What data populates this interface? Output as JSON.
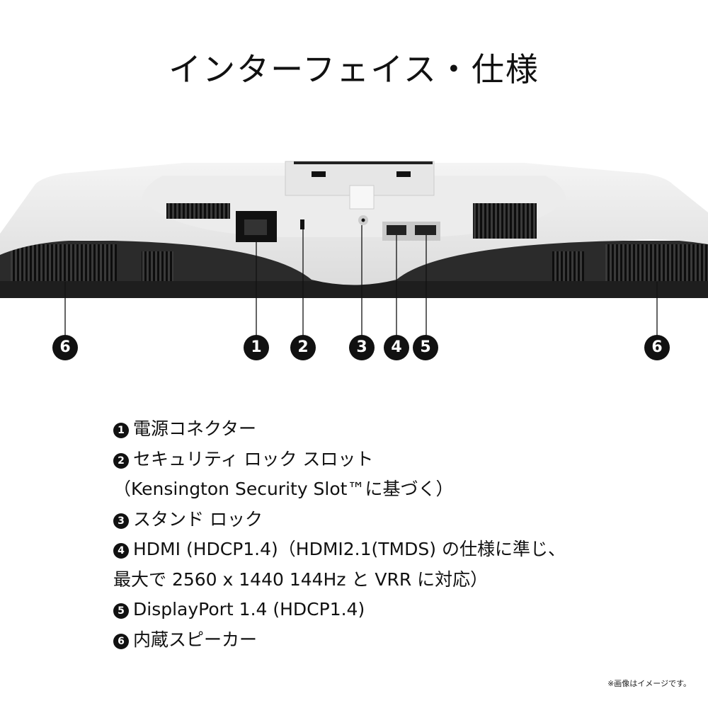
{
  "title": "インターフェイス・仕様",
  "callouts": [
    "6",
    "1",
    "2",
    "3",
    "4",
    "5",
    "6"
  ],
  "specs": [
    {
      "num": "1",
      "text": "電源コネクター"
    },
    {
      "num": "2",
      "text": "セキュリティ ロック スロット"
    },
    {
      "num": "",
      "text": "（Kensington Security Slot™に基づく）"
    },
    {
      "num": "3",
      "text": "スタンド ロック"
    },
    {
      "num": "4",
      "text": "HDMI (HDCP1.4)（HDMI2.1(TMDS) の仕様に準じ、"
    },
    {
      "num": "",
      "text": "最大で 2560 x 1440 144Hz と VRR に対応）"
    },
    {
      "num": "5",
      "text": "DisplayPort 1.4 (HDCP1.4)"
    },
    {
      "num": "6",
      "text": "内蔵スピーカー"
    }
  ],
  "note": "※画像はイメージです。"
}
